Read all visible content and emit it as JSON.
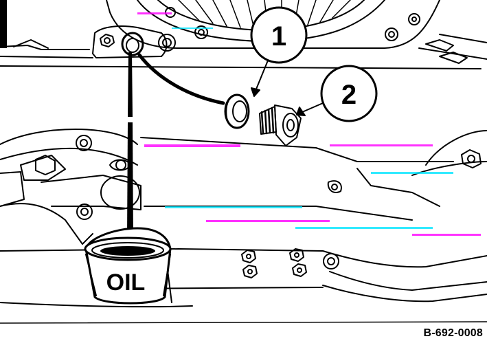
{
  "callouts": [
    {
      "label": "1",
      "part": "sealing washer"
    },
    {
      "label": "2",
      "part": "oil drain plug"
    }
  ],
  "container_label": "OIL",
  "figure_code": "B-692-0008",
  "colors": {
    "line": "#000000",
    "background": "#ffffff",
    "artifact_magenta": "#ff00ff",
    "artifact_cyan": "#00e5ff"
  }
}
